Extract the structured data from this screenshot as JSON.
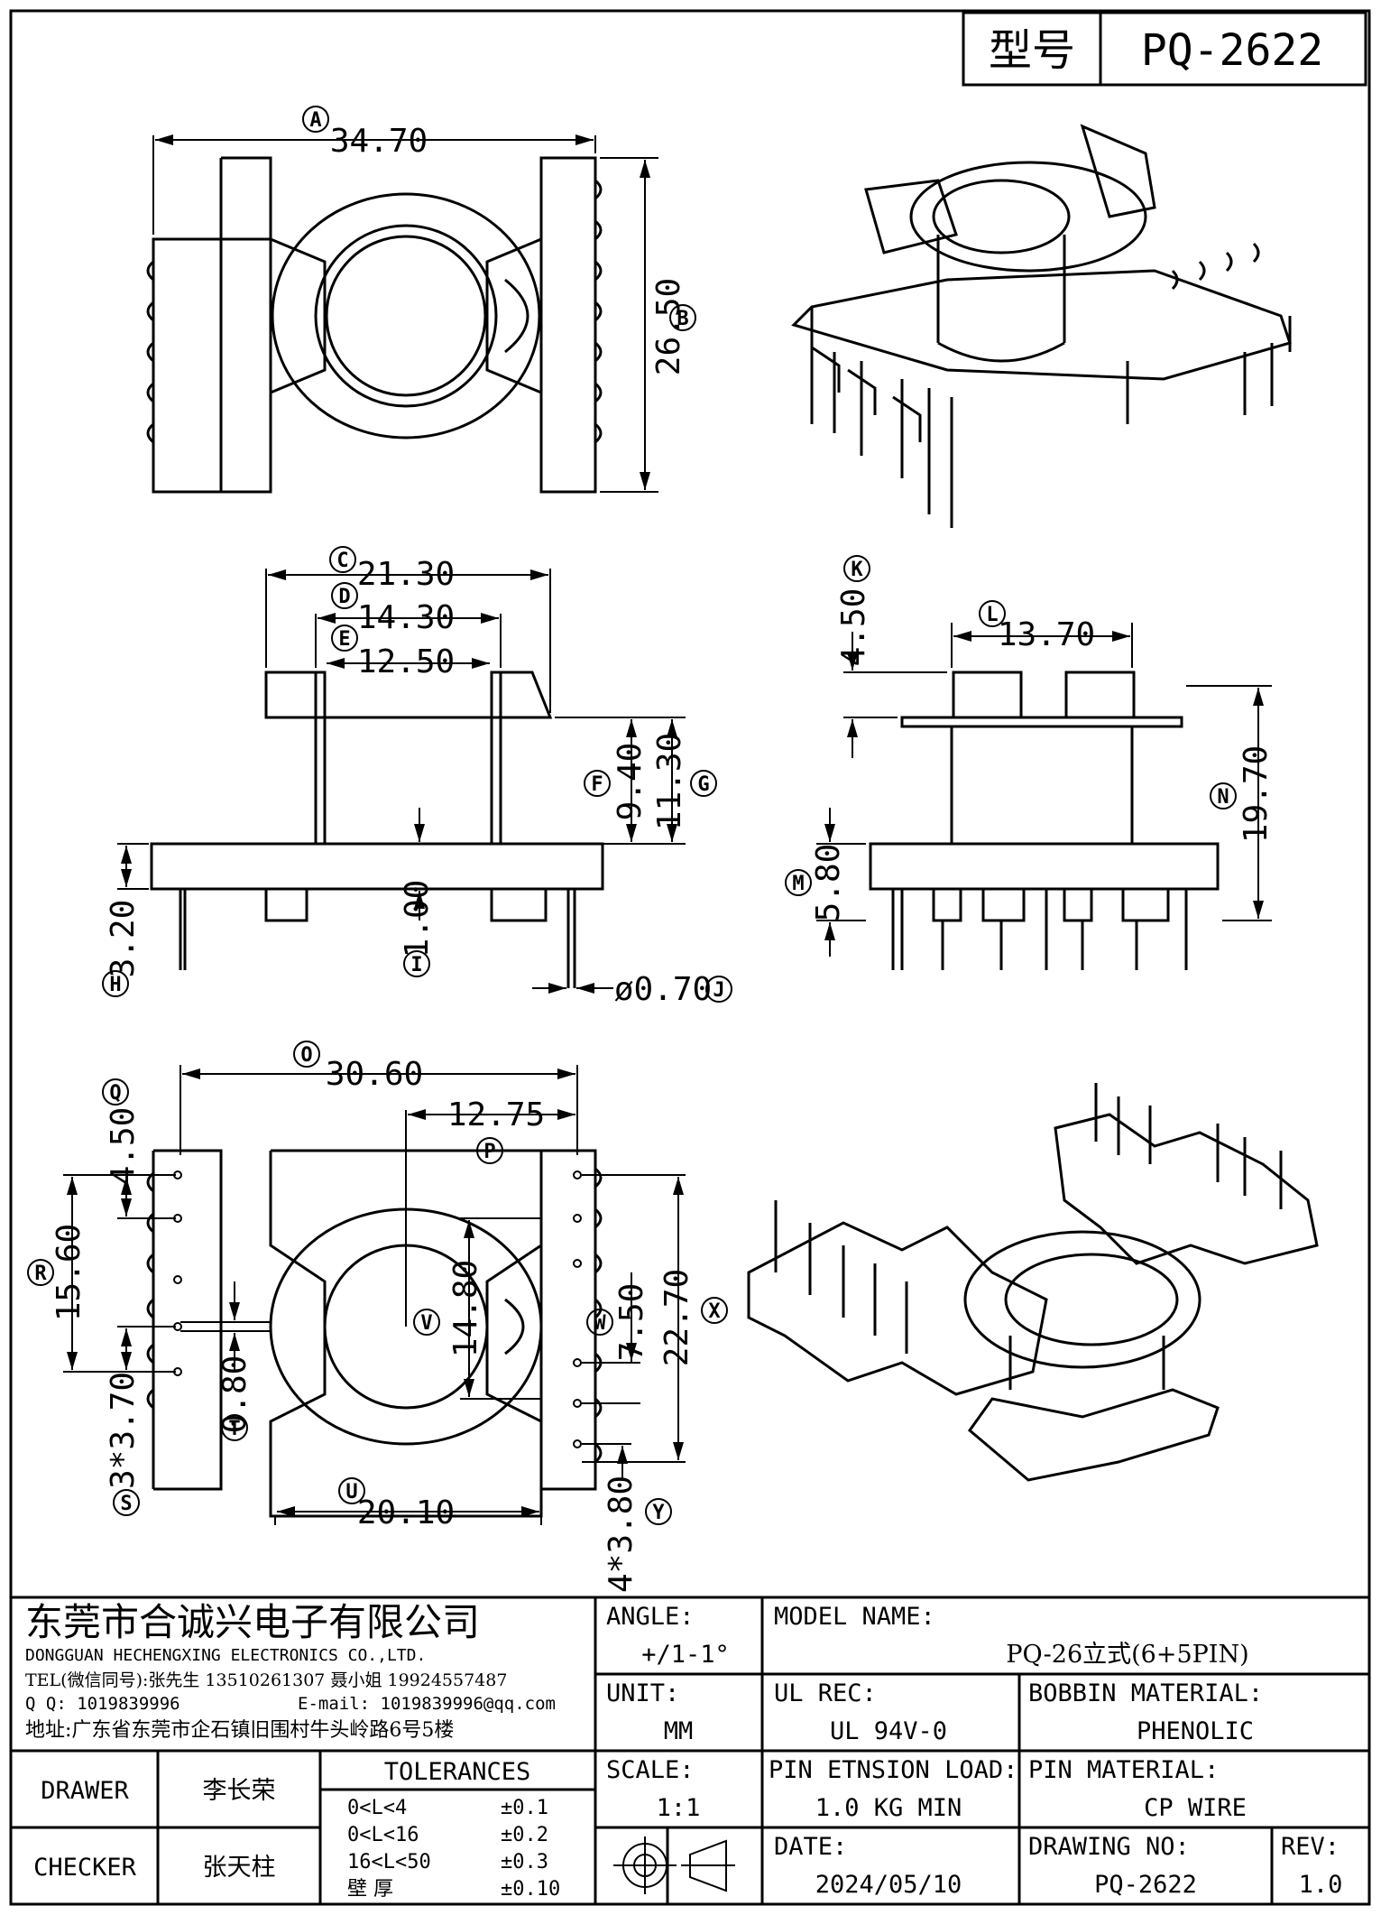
{
  "header": {
    "model_label": "型号",
    "model_value": "PQ-2622"
  },
  "views": {
    "top": {
      "width": "34.70",
      "width_tag": "A",
      "height": "26.50",
      "height_tag": "B"
    },
    "front": {
      "c": "21.30",
      "c_tag": "C",
      "d": "14.30",
      "d_tag": "D",
      "e": "12.50",
      "e_tag": "E",
      "f": "9.40",
      "f_tag": "F",
      "g": "11.30",
      "g_tag": "G",
      "h": "3.20",
      "h_tag": "H",
      "i": "1.00",
      "i_tag": "I",
      "j": "ø0.70",
      "j_tag": "J"
    },
    "side": {
      "k": "4.50",
      "k_tag": "K",
      "l": "13.70",
      "l_tag": "L",
      "m": "5.80",
      "m_tag": "M",
      "n": "19.70",
      "n_tag": "N"
    },
    "bottom": {
      "o": "30.60",
      "o_tag": "O",
      "p": "12.75",
      "p_tag": "P",
      "q": "4.50",
      "q_tag": "Q",
      "r": "15.60",
      "r_tag": "R",
      "s": "3*3.70",
      "s_tag": "S",
      "t": "0.80",
      "t_tag": "T",
      "u": "20.10",
      "u_tag": "U",
      "v": "14.80",
      "v_tag": "V",
      "w": "7.50",
      "w_tag": "W",
      "x": "22.70",
      "x_tag": "X",
      "y": "4*3.80",
      "y_tag": "Y"
    }
  },
  "title_block": {
    "company_cn": "东莞市合诚兴电子有限公司",
    "company_en": "DONGGUAN HECHENGXING ELECTRONICS CO.,LTD.",
    "tel": "TEL(微信同号):张先生 13510261307 聂小姐 19924557487",
    "qq": "Q Q: 1019839996",
    "email": "E-mail: 1019839996@qq.com",
    "address": "地址:广东省东莞市企石镇旧围村牛头岭路6号5楼",
    "angle_label": "ANGLE:",
    "angle_value": "+/1-1°",
    "unit_label": "UNIT:",
    "unit_value": "MM",
    "scale_label": "SCALE:",
    "scale_value": "1:1",
    "model_name_label": "MODEL NAME:",
    "model_name_value": "PQ-26立式(6+5PIN)",
    "ul_label": "UL REC:",
    "ul_value": "UL 94V-0",
    "bobbin_label": "BOBBIN MATERIAL:",
    "bobbin_value": "PHENOLIC",
    "pin_load_label": "PIN ETNSION LOAD:",
    "pin_load_value": "1.0 KG MIN",
    "pin_mat_label": "PIN MATERIAL:",
    "pin_mat_value": "CP WIRE",
    "date_label": "DATE:",
    "date_value": "2024/05/10",
    "drawing_no_label": "DRAWING NO:",
    "drawing_no_value": "PQ-2622",
    "rev_label": "REV:",
    "rev_value": "1.0",
    "drawer_label": "DRAWER",
    "drawer_value": "李长荣",
    "checker_label": "CHECKER",
    "checker_value": "张天柱",
    "tolerances_label": "TOLERANCES",
    "tolerances": [
      {
        "range": "0<L<4",
        "value": "±0.1"
      },
      {
        "range": "0<L<16",
        "value": "±0.2"
      },
      {
        "range": "16<L<50",
        "value": "±0.3"
      },
      {
        "range": "壁  厚",
        "value": "±0.10"
      }
    ]
  }
}
